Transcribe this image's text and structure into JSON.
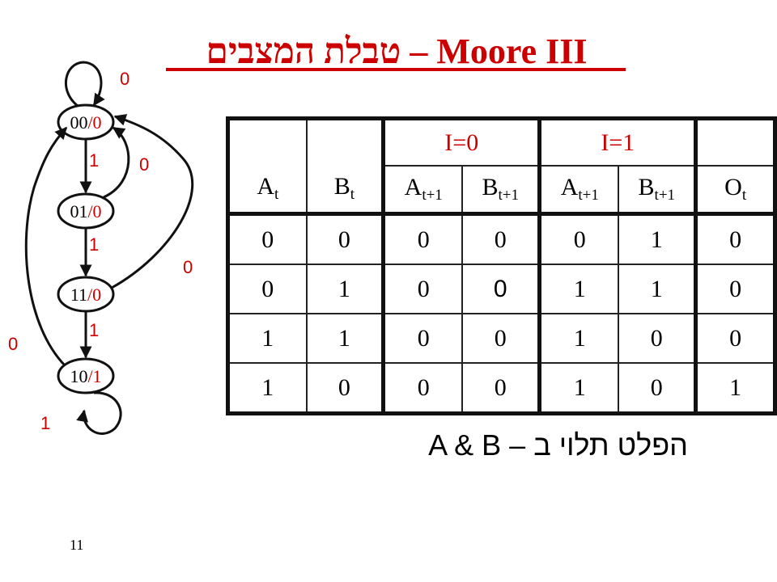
{
  "title": {
    "english": "Moore III",
    "dash": "–",
    "hebrew": "טבלת המצבים"
  },
  "colors": {
    "accent": "#cc0000",
    "line": "#111111",
    "text": "#000000"
  },
  "diagram": {
    "states": [
      {
        "code": "00",
        "out": "/0"
      },
      {
        "code": "01",
        "out": "/0"
      },
      {
        "code": "11",
        "out": "/0"
      },
      {
        "code": "10",
        "out": "/1"
      }
    ],
    "edges": [
      {
        "from": "00",
        "to": "00",
        "input": "0"
      },
      {
        "from": "00",
        "to": "01",
        "input": "1"
      },
      {
        "from": "01",
        "to": "00",
        "input": "0"
      },
      {
        "from": "01",
        "to": "11",
        "input": "1"
      },
      {
        "from": "11",
        "to": "00",
        "input": "0"
      },
      {
        "from": "11",
        "to": "10",
        "input": "1"
      },
      {
        "from": "10",
        "to": "00",
        "input": "0"
      },
      {
        "from": "10",
        "to": "10",
        "input": "1"
      }
    ]
  },
  "table": {
    "group_headers": {
      "i0": "I=0",
      "i1": "I=1"
    },
    "columns": [
      {
        "base": "A",
        "sub": "t"
      },
      {
        "base": "B",
        "sub": "t"
      },
      {
        "base": "A",
        "sub": "t+1"
      },
      {
        "base": "B",
        "sub": "t+1"
      },
      {
        "base": "A",
        "sub": "t+1"
      },
      {
        "base": "B",
        "sub": "t+1"
      },
      {
        "base": "O",
        "sub": "t"
      }
    ],
    "rows": [
      [
        "0",
        "0",
        "0",
        "0",
        "0",
        "1",
        "0"
      ],
      [
        "0",
        "1",
        "0",
        "0",
        "1",
        "1",
        "0"
      ],
      [
        "1",
        "1",
        "0",
        "0",
        "1",
        "0",
        "0"
      ],
      [
        "1",
        "0",
        "0",
        "0",
        "1",
        "0",
        "1"
      ]
    ]
  },
  "footnote": {
    "hebrew": "הפלט תלוי ב",
    "dash": "–",
    "vars": "A & B"
  },
  "slide_number": "11"
}
